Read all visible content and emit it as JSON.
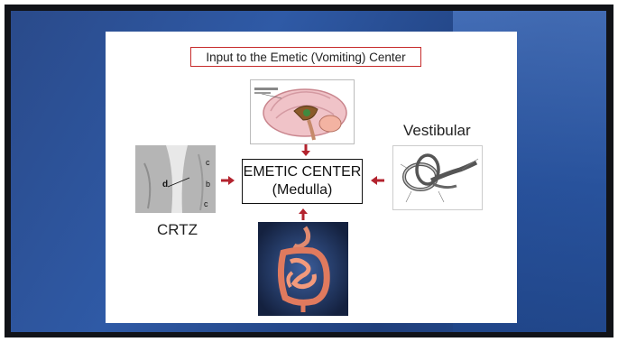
{
  "slide": {
    "title": "Input to the Emetic (Vomiting) Center",
    "center": {
      "line1": "EMETIC CENTER",
      "line2": "(Medulla)"
    },
    "left_label": "CRTZ",
    "right_label": "Vestibular",
    "crtz_letters": {
      "c_top": "c",
      "b": "b",
      "d": "d",
      "c_bottom": "c"
    }
  },
  "colors": {
    "title_border": "#c62b2b",
    "arrow": "#b3232e",
    "backdrop": "#2f5aa6"
  },
  "icons": {
    "brain": "brain-sagittal-image",
    "crtz": "brainstem-section-image",
    "vestibular": "inner-ear-image",
    "intestines": "intestines-image"
  }
}
